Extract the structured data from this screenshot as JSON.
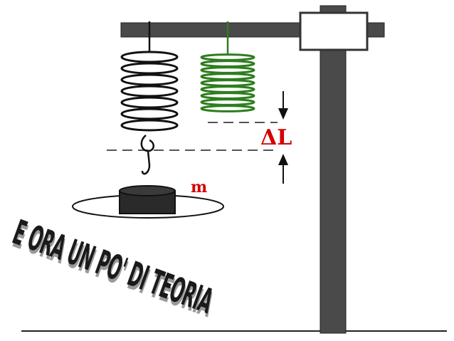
{
  "labels": {
    "delta_l": "ΔL",
    "mass": "m"
  },
  "wordart": {
    "text": "E ORA UN PO' DI TEORIA"
  },
  "colors": {
    "background": "#ffffff",
    "frame": "#4a4a4a",
    "clamp_fill": "#ffffff",
    "spring_black": "#111111",
    "spring_green": "#2e7d1f",
    "label_red": "#d40000",
    "dashes": "#555555",
    "arrows": "#111111",
    "mass": "#2a2a2a",
    "wordart_face": "#1a1a1a",
    "wordart_side": "#9a9a9a"
  }
}
